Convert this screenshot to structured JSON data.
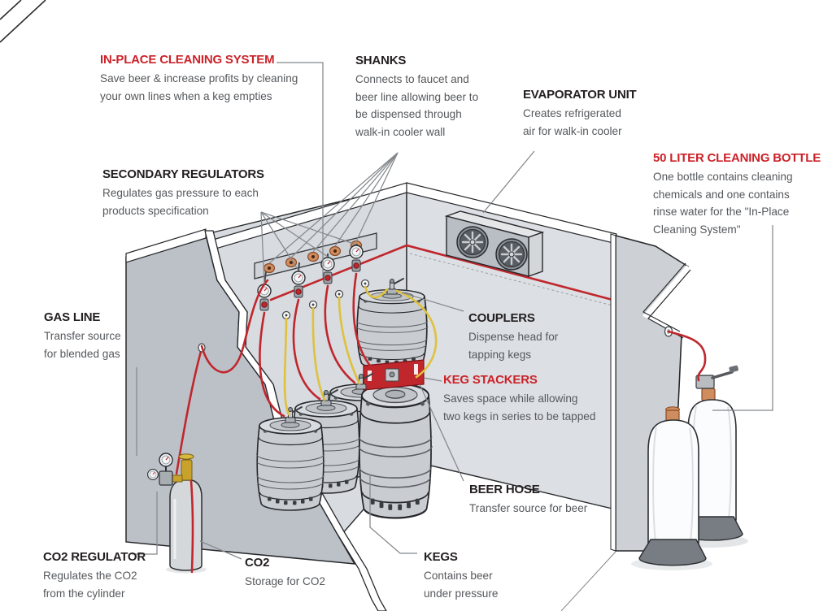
{
  "colors": {
    "red_accent": "#cc2229",
    "title_dark": "#231f20",
    "body_text": "#55585c",
    "hose_red": "#c0272d",
    "hose_yellow": "#dfc13e",
    "leader_gray": "#85898d"
  },
  "labels": {
    "in_place_cleaning": {
      "title": "IN-PLACE CLEANING SYSTEM",
      "lines": [
        "Save beer & increase profits by cleaning",
        "your own lines when a keg empties"
      ]
    },
    "shanks": {
      "title": "SHANKS",
      "lines": [
        "Connects to faucet and",
        "beer line allowing beer to",
        "be dispensed through",
        "walk-in cooler wall"
      ]
    },
    "evaporator": {
      "title": "EVAPORATOR UNIT",
      "lines": [
        "Creates refrigerated",
        "air for walk-in cooler"
      ]
    },
    "cleaning_bottle": {
      "title": "50 LITER CLEANING BOTTLE",
      "lines": [
        "One bottle contains cleaning",
        "chemicals and one contains",
        "rinse water for the \"In-Place",
        "Cleaning System\""
      ]
    },
    "secondary_regulators": {
      "title": "SECONDARY REGULATORS",
      "lines": [
        "Regulates gas pressure to each",
        "products specification"
      ]
    },
    "gas_line": {
      "title": "GAS LINE",
      "lines": [
        "Transfer source",
        "for blended gas"
      ]
    },
    "couplers": {
      "title": "COUPLERS",
      "lines": [
        "Dispense head for",
        "tapping kegs"
      ]
    },
    "keg_stackers": {
      "title": "KEG STACKERS",
      "lines": [
        "Saves space while allowing",
        "two kegs in series to be tapped"
      ]
    },
    "beer_hose": {
      "title": "BEER HOSE",
      "lines": [
        "Transfer source for beer"
      ]
    },
    "kegs": {
      "title": "KEGS",
      "lines": [
        "Contains beer",
        "under pressure"
      ]
    },
    "co2_regulator": {
      "title": "CO2 REGULATOR",
      "lines": [
        "Regulates the CO2",
        "from the cylinder"
      ]
    },
    "co2": {
      "title": "CO2",
      "lines": [
        "Storage for CO2"
      ]
    }
  }
}
